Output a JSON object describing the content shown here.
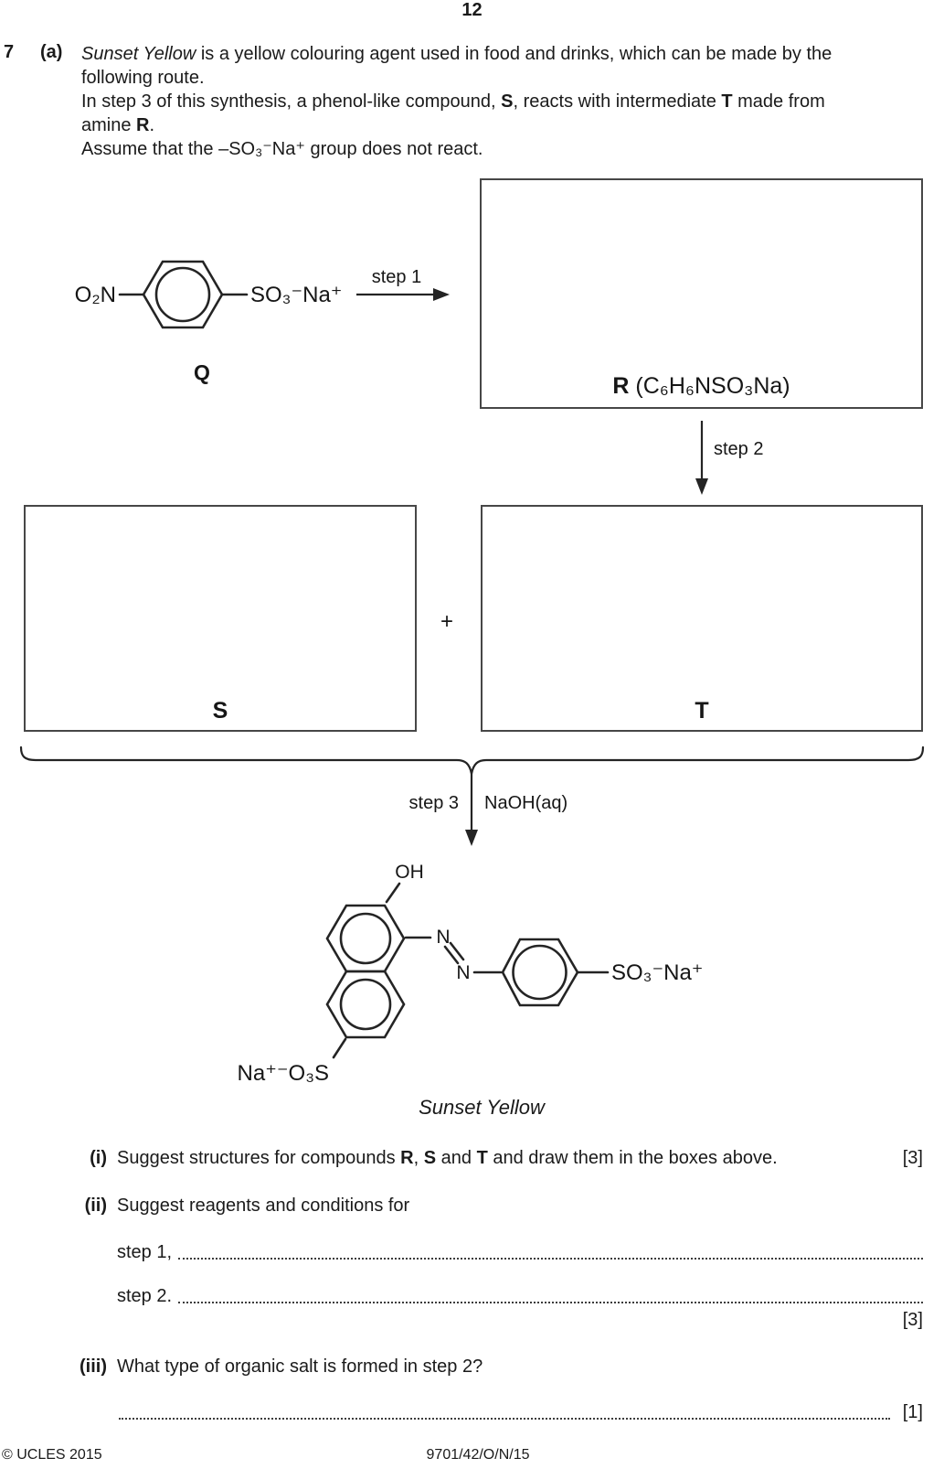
{
  "header": {
    "page_number": "12"
  },
  "question": {
    "number": "7",
    "part": "(a)"
  },
  "intro": {
    "l1_italic": "Sunset Yellow",
    "l1_rest": " is a yellow colouring agent used in food and drinks, which can be made by the",
    "l2": "following route.",
    "l3_a": "In step 3 of this synthesis, a phenol-like compound, ",
    "l3_b": "S",
    "l3_c": ", reacts with intermediate ",
    "l3_d": "T",
    "l3_e": " made from",
    "l4_a": "amine ",
    "l4_b": "R",
    "l4_c": ".",
    "l5": "Assume that the –SO₃⁻Na⁺ group does not react."
  },
  "diagram": {
    "q": {
      "nitro": "O₂N",
      "sulfonate": "SO₃⁻Na⁺",
      "label": "Q"
    },
    "step1": "step 1",
    "r_box": {
      "letter": "R",
      "formula": " (C₆H₆NSO₃Na)"
    },
    "step2": "step 2",
    "s_box": {
      "label": "S"
    },
    "t_box": {
      "label": "T"
    },
    "plus": "+",
    "step3": "step 3",
    "step3_reagent": "NaOH(aq)",
    "product": {
      "oh": "OH",
      "n_upper": "N",
      "n_lower": "N",
      "sulfonate_right": "SO₃⁻Na⁺",
      "sulfonate_left": "Na⁺⁻O₃S",
      "caption": "Sunset Yellow"
    }
  },
  "questions": {
    "i": {
      "num": "(i)",
      "text_a": "Suggest structures for compounds ",
      "r": "R",
      "comma": ", ",
      "s": "S",
      "and_word": " and ",
      "t": "T",
      "text_b": " and draw them in the boxes above.",
      "mark": "[3]"
    },
    "ii": {
      "num": "(ii)",
      "text": "Suggest reagents and conditions for",
      "step1_label": "step 1,",
      "step2_label": "step 2.",
      "mark": "[3]"
    },
    "iii": {
      "num": "(iii)",
      "text": "What type of organic salt is formed in step 2?",
      "mark": "[1]"
    }
  },
  "footer": {
    "copyright": "© UCLES 2015",
    "paper_code": "9701/42/O/N/15"
  }
}
